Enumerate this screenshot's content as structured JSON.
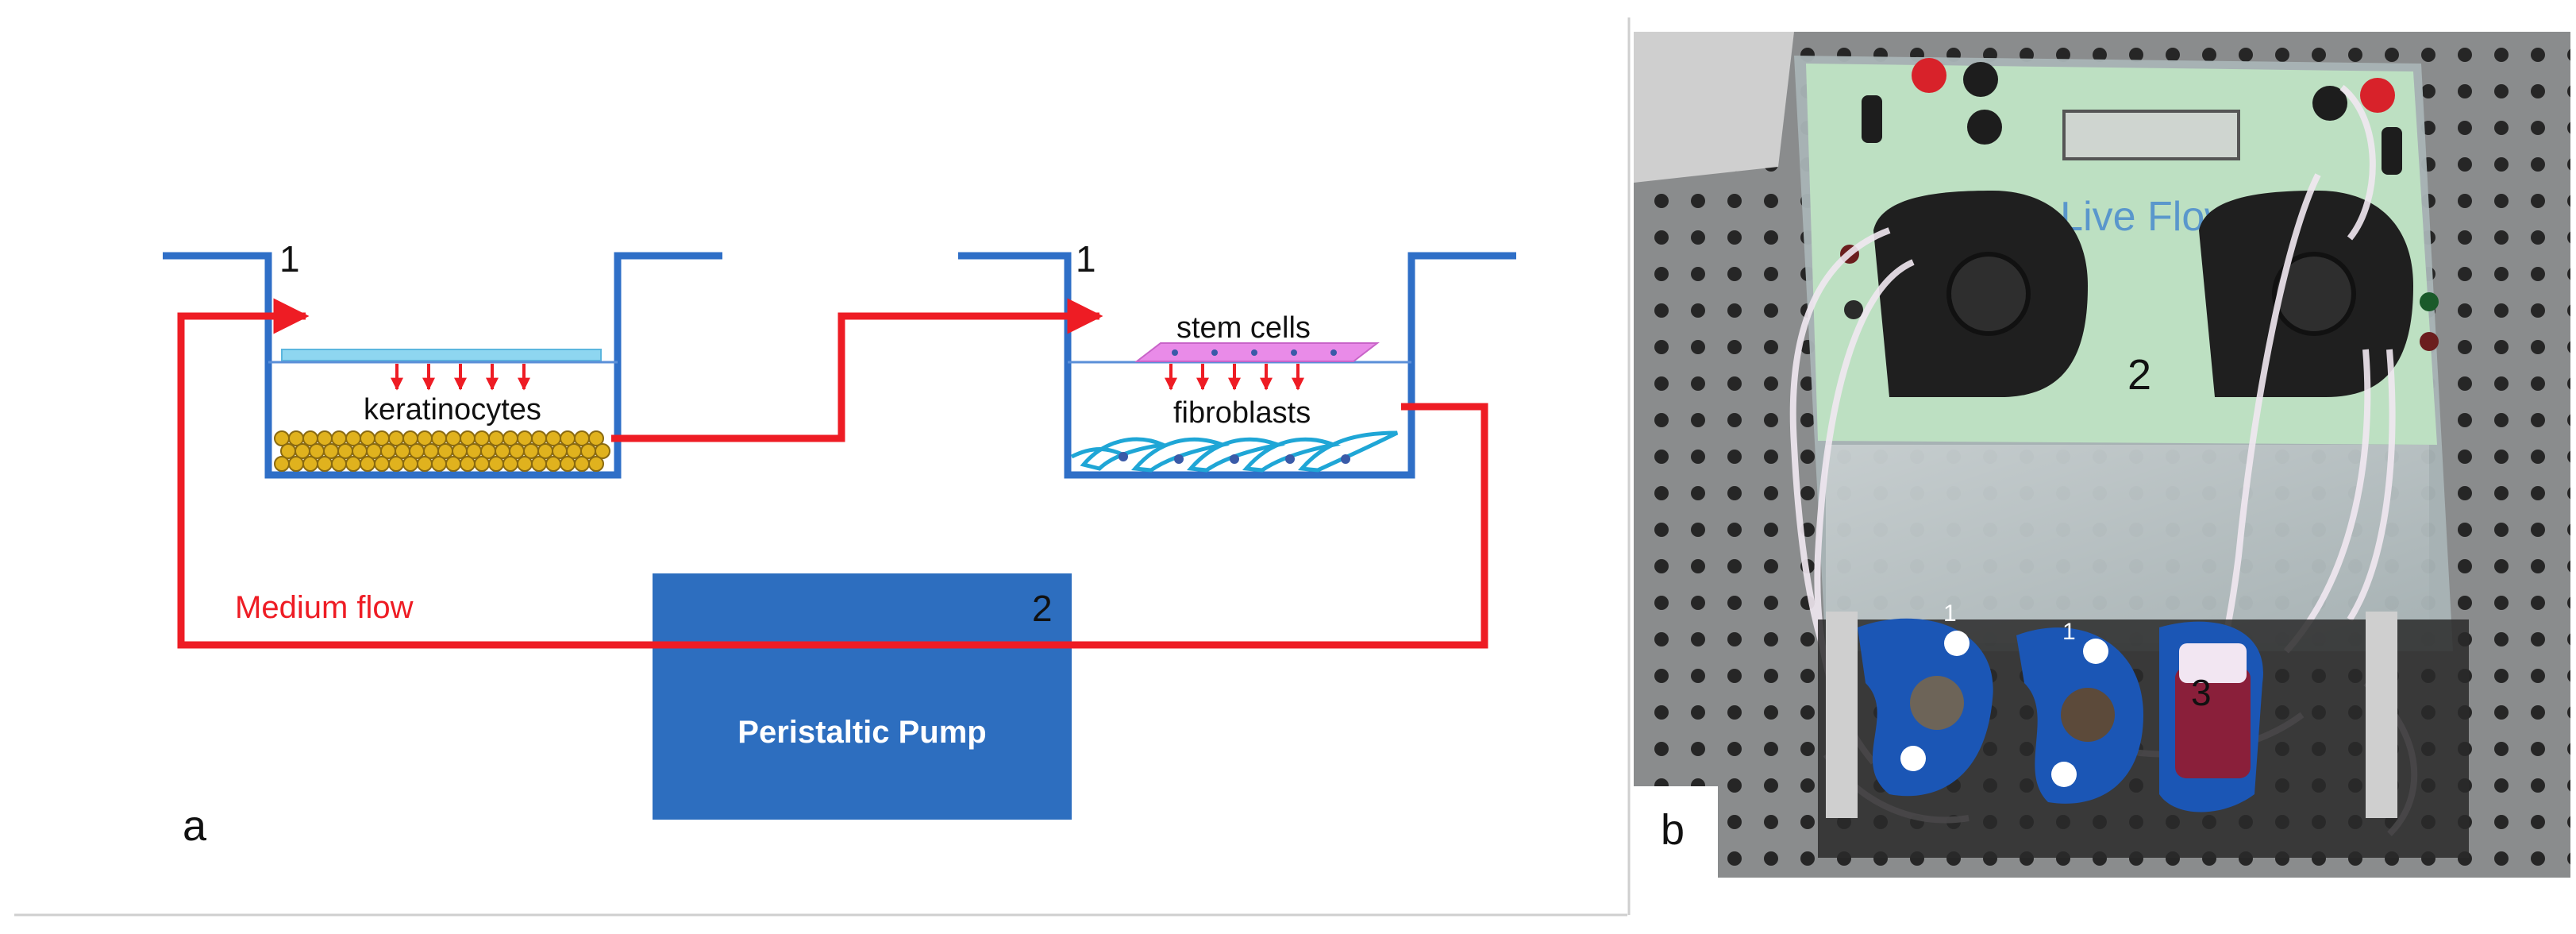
{
  "panel_a": {
    "panel_label": "a",
    "well_left_number": "1",
    "well_right_number": "1",
    "keratinocytes_label": "keratinocytes",
    "stem_cells_label": "stem cells",
    "fibroblasts_label": "fibroblasts",
    "medium_flow_label": "Medium flow",
    "pump_number": "2",
    "pump_label": "Peristaltic Pump"
  },
  "panel_b": {
    "panel_label": "b",
    "device_brand_text": "Live Flow",
    "pump_number": "2",
    "chamber_numbers": [
      "1",
      "1"
    ],
    "reservoir_number": "3"
  },
  "colors": {
    "well_outline": "#2f6fc7",
    "medium_flow": "#ee1c24",
    "pump_box": "#2d6ebf",
    "insert_membrane": "#8ed6f0",
    "cells": "#e0b21e",
    "stem_cells": "#e98be8",
    "fibroblasts": "#1fa6d6",
    "chamber_blue": "#1b56b5"
  }
}
